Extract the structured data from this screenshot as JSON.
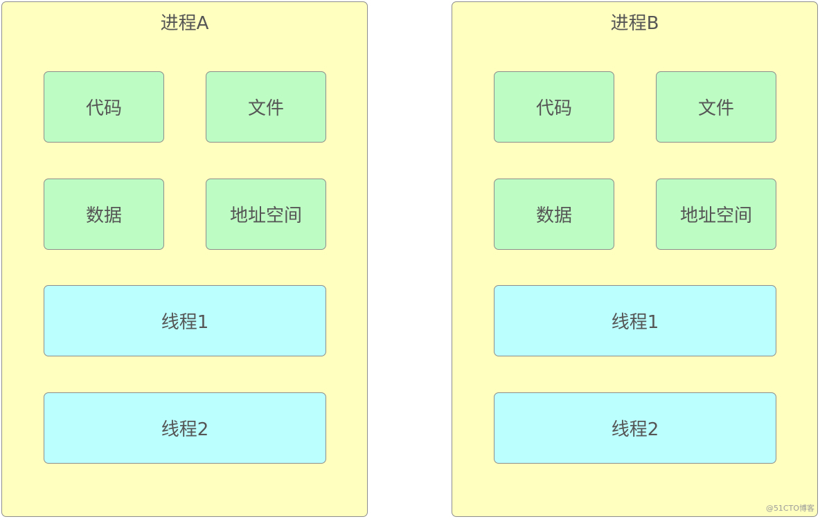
{
  "processes": [
    {
      "title": "进程A",
      "code": "代码",
      "file": "文件",
      "data": "数据",
      "address_space": "地址空间",
      "thread1": "线程1",
      "thread2": "线程2"
    },
    {
      "title": "进程B",
      "code": "代码",
      "file": "文件",
      "data": "数据",
      "address_space": "地址空间",
      "thread1": "线程1",
      "thread2": "线程2"
    }
  ],
  "watermark": "@51CTO博客",
  "colors": {
    "process_fill": "#ffffc0",
    "resource_fill": "#bdfcc3",
    "thread_fill": "#bcffff",
    "border": "#8c8c8c",
    "text": "#555555"
  }
}
